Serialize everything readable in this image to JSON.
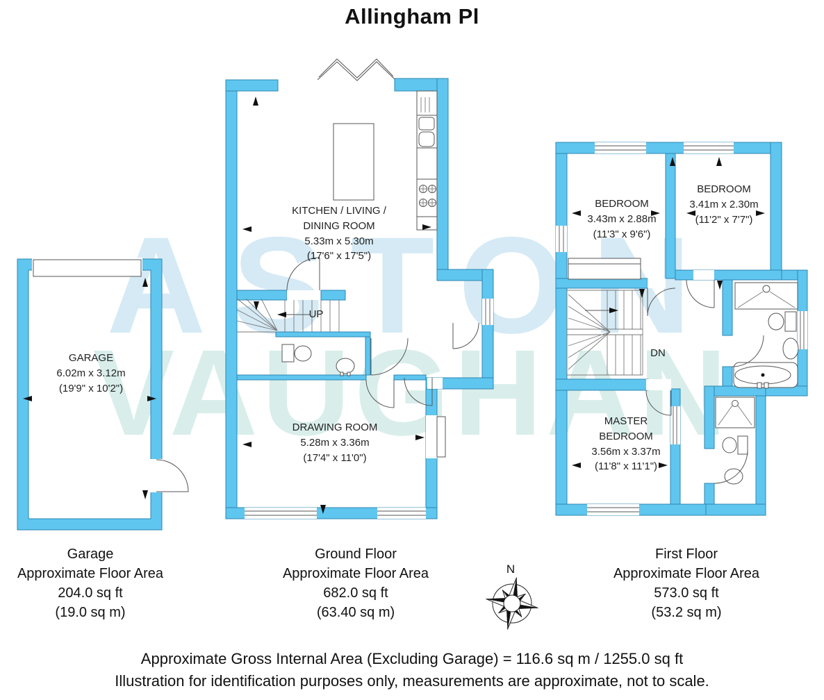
{
  "title": "Allingham Pl",
  "watermark": {
    "line1": "ASTON",
    "line2": "VAUGHAN"
  },
  "compass": {
    "north_label": "N"
  },
  "stairs": {
    "ground_label": "UP",
    "first_label": "DN"
  },
  "rooms": {
    "kitchen": {
      "name_line1": "KITCHEN / LIVING /",
      "name_line2": "DINING ROOM",
      "metric": "5.33m x 5.30m",
      "imperial": "(17'6\" x 17'5\")"
    },
    "drawing_room": {
      "name": "DRAWING ROOM",
      "metric": "5.28m x 3.36m",
      "imperial": "(17'4\" x 11'0\")"
    },
    "garage": {
      "name": "GARAGE",
      "metric": "6.02m x 3.12m",
      "imperial": "(19'9\" x 10'2\")"
    },
    "bedroom_left": {
      "name": "BEDROOM",
      "metric": "3.43m x 2.88m",
      "imperial": "(11'3\" x 9'6\")"
    },
    "bedroom_right": {
      "name": "BEDROOM",
      "metric": "3.41m x 2.30m",
      "imperial": "(11'2\" x 7'7\")"
    },
    "master_bedroom": {
      "name_line1": "MASTER",
      "name_line2": "BEDROOM",
      "metric": "3.56m x 3.37m",
      "imperial": "(11'8\" x 11'1\")"
    }
  },
  "floor_areas": [
    {
      "name": "Garage",
      "label": "Approximate Floor Area",
      "area_sqft": "204.0 sq ft",
      "area_sqm": "(19.0 sq m)"
    },
    {
      "name": "Ground Floor",
      "label": "Approximate Floor Area",
      "area_sqft": "682.0 sq ft",
      "area_sqm": "(63.40 sq m)"
    },
    {
      "name": "First Floor",
      "label": "Approximate Floor Area",
      "area_sqft": "573.0 sq ft",
      "area_sqm": "(53.2 sq m)"
    }
  ],
  "footer": {
    "line1": "Approximate Gross Internal Area (Excluding Garage) = 116.6 sq m / 1255.0 sq ft",
    "line2": "Illustration for identification purposes only, measurements are approximate, not to scale."
  },
  "colors": {
    "wall_fill": "#5FC6EF",
    "wall_stroke": "#2E86B0",
    "watermark_top": "#BCDEF0",
    "watermark_bottom": "#C2E5E0"
  }
}
